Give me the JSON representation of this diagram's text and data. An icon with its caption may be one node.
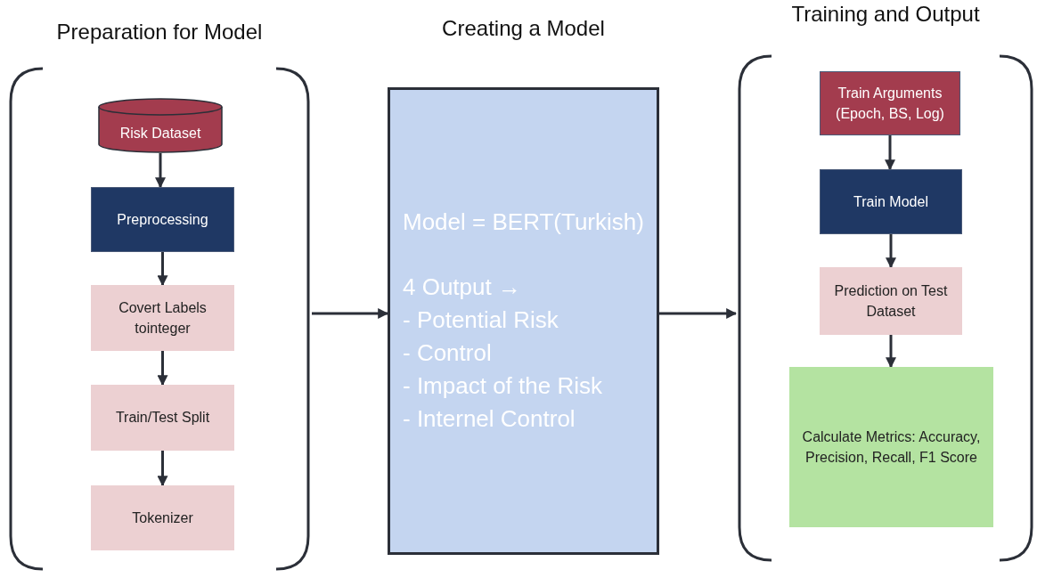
{
  "diagram": {
    "nodes": [
      {
        "text": [
          "Preparation for Model"
        ]
      },
      {
        "text": [
          "Risk Dataset"
        ],
        "in": 0
      },
      {
        "text": [
          "Preprocessing"
        ],
        "in": 0
      },
      {
        "text": [
          "Covert Labels tointeger"
        ],
        "in": 0
      },
      {
        "text": [
          "Train/Test Split"
        ],
        "in": 0
      },
      {
        "text": [
          "Tokenizer"
        ],
        "in": 0
      },
      {
        "text": [
          "Creating a Model",
          "Model = BERT(Turkish)",
          "4 Output →",
          "- Potential Risk",
          "- Control",
          "- Impact of the Risk",
          "- Internel Control"
        ]
      },
      {
        "text": [
          "Training and Output"
        ]
      },
      {
        "text": [
          "Train Arguments (Epoch, BS, Log)"
        ],
        "in": 7
      },
      {
        "text": [
          "Train Model"
        ],
        "in": 7
      },
      {
        "text": [
          "Prediction on Test Dataset"
        ],
        "in": 7
      },
      {
        "text": [
          "Calculate Metrics: Accuracy, Precision, Recall, F1 Score"
        ],
        "in": 7
      }
    ],
    "edges": [
      {
        "from": 1,
        "to": 2,
        "arrow": "to"
      },
      {
        "from": 2,
        "to": 3,
        "arrow": "to"
      },
      {
        "from": 3,
        "to": 4,
        "arrow": "to"
      },
      {
        "from": 4,
        "to": 5,
        "arrow": "to"
      },
      {
        "from": 0,
        "to": 6,
        "arrow": "to"
      },
      {
        "from": 6,
        "to": 7,
        "arrow": "to"
      },
      {
        "from": 8,
        "to": 9,
        "arrow": "to"
      },
      {
        "from": 9,
        "to": 10,
        "arrow": "to"
      },
      {
        "from": 10,
        "to": 11,
        "arrow": "to"
      }
    ]
  }
}
